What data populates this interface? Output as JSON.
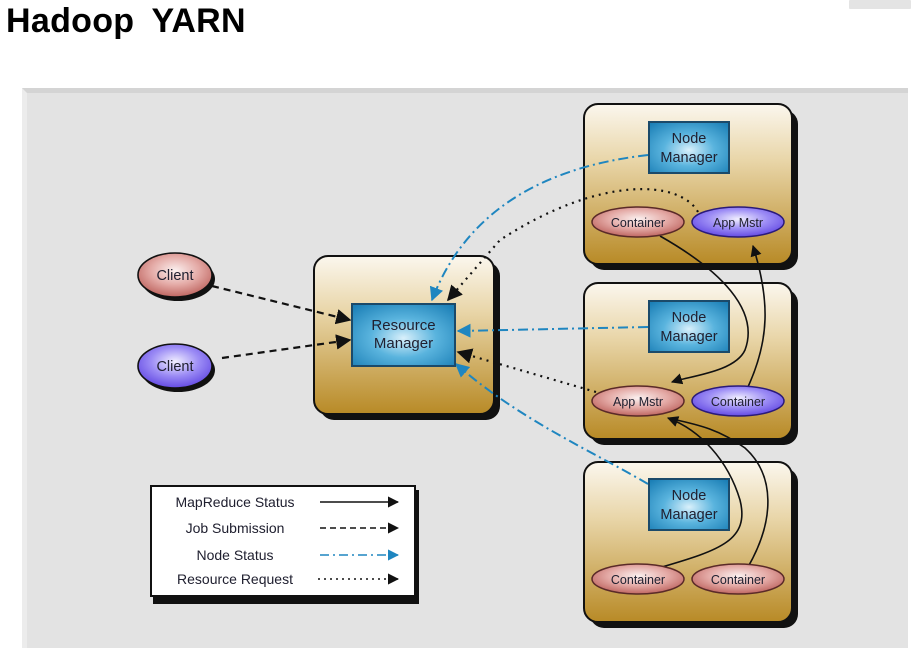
{
  "header": {
    "title": "Hadoop  YARN",
    "watermark": "━"
  },
  "diagram": {
    "clients": [
      {
        "label": "Client",
        "color": "pink"
      },
      {
        "label": "Client",
        "color": "purple"
      }
    ],
    "resource_manager": {
      "label_line1": "Resource",
      "label_line2": "Manager"
    },
    "nodes": [
      {
        "manager_line1": "Node",
        "manager_line2": "Manager",
        "ovals": [
          {
            "label": "Container",
            "color": "pink"
          },
          {
            "label": "App Mstr",
            "color": "purple"
          }
        ]
      },
      {
        "manager_line1": "Node",
        "manager_line2": "Manager",
        "ovals": [
          {
            "label": "App Mstr",
            "color": "pink"
          },
          {
            "label": "Container",
            "color": "purple"
          }
        ]
      },
      {
        "manager_line1": "Node",
        "manager_line2": "Manager",
        "ovals": [
          {
            "label": "Container",
            "color": "pink"
          },
          {
            "label": "Container",
            "color": "pink"
          }
        ]
      }
    ],
    "legend": [
      {
        "label": "MapReduce Status",
        "style": "solid"
      },
      {
        "label": "Job Submission",
        "style": "dashed"
      },
      {
        "label": "Node Status",
        "style": "dash-dot"
      },
      {
        "label": "Resource Request",
        "style": "dotted"
      }
    ],
    "colors": {
      "node_status_blue": "#1f86c0",
      "box_gold": "#b88d2d",
      "manager_blue": "#2a8fc3",
      "pink": "#c9706b",
      "purple": "#6a52e6",
      "panel_bg": "#e3e3e3"
    }
  }
}
